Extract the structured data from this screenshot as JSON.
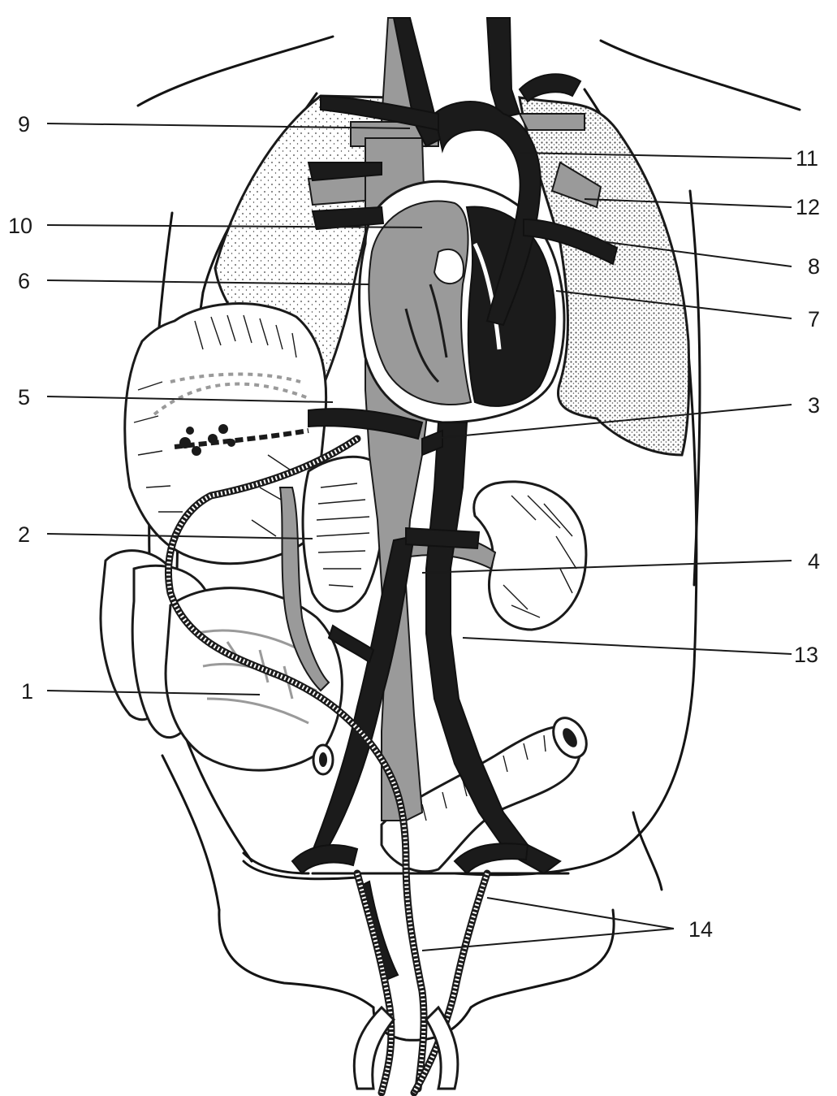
{
  "labels": {
    "l1": "1",
    "l2": "2",
    "l3": "3",
    "l4": "4",
    "l5": "5",
    "l6": "6",
    "l7": "7",
    "l8": "8",
    "l9": "9",
    "l10": "10",
    "l11": "11",
    "l12": "12",
    "l13": "13",
    "l14": "14"
  },
  "colors": {
    "vein": "#9a9a9a",
    "artery": "#1b1b1b",
    "outline": "#141414",
    "background": "#ffffff"
  }
}
